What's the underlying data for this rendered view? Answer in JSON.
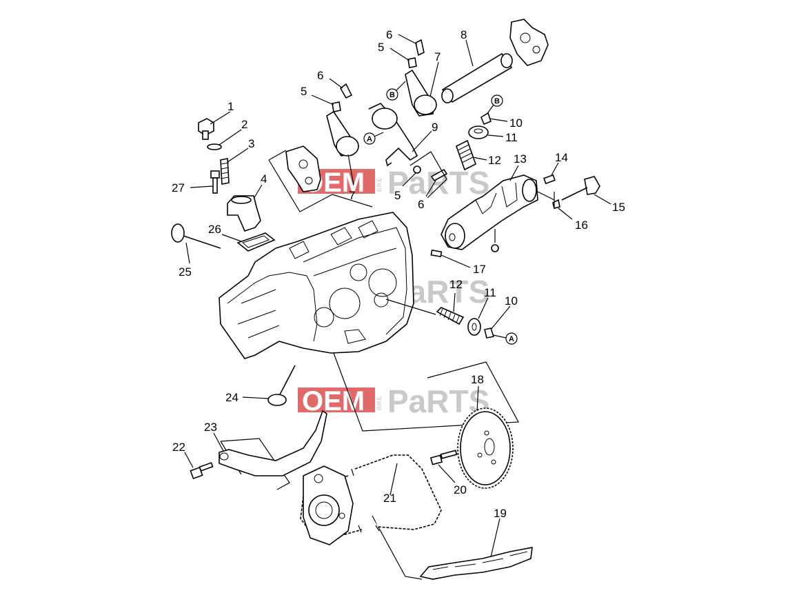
{
  "callouts": {
    "c1": "1",
    "c2": "2",
    "c3": "3",
    "c4": "4",
    "c5a": "5",
    "c5b": "5",
    "c5c": "5",
    "c6a": "6",
    "c6b": "6",
    "c6c": "6",
    "c7a": "7",
    "c7b": "7",
    "c8": "8",
    "c9": "9",
    "c10a": "10",
    "c10b": "10",
    "c11a": "11",
    "c11b": "11",
    "c12a": "12",
    "c12b": "12",
    "c13": "13",
    "c14": "14",
    "c15": "15",
    "c16": "16",
    "c17": "17",
    "c18": "18",
    "c19": "19",
    "c20": "20",
    "c21": "21",
    "c22": "22",
    "c23": "23",
    "c24": "24",
    "c25": "25",
    "c26": "26",
    "c27": "27"
  },
  "ref_markers": {
    "a1": "A",
    "a2": "A",
    "b1": "B",
    "b2": "B"
  },
  "watermark": {
    "oem": "OEM",
    "bike": "BIKE",
    "parts": "PaRTS"
  },
  "colors": {
    "watermark_red": "#e06a6a",
    "watermark_gray": "#c9c9c9"
  }
}
